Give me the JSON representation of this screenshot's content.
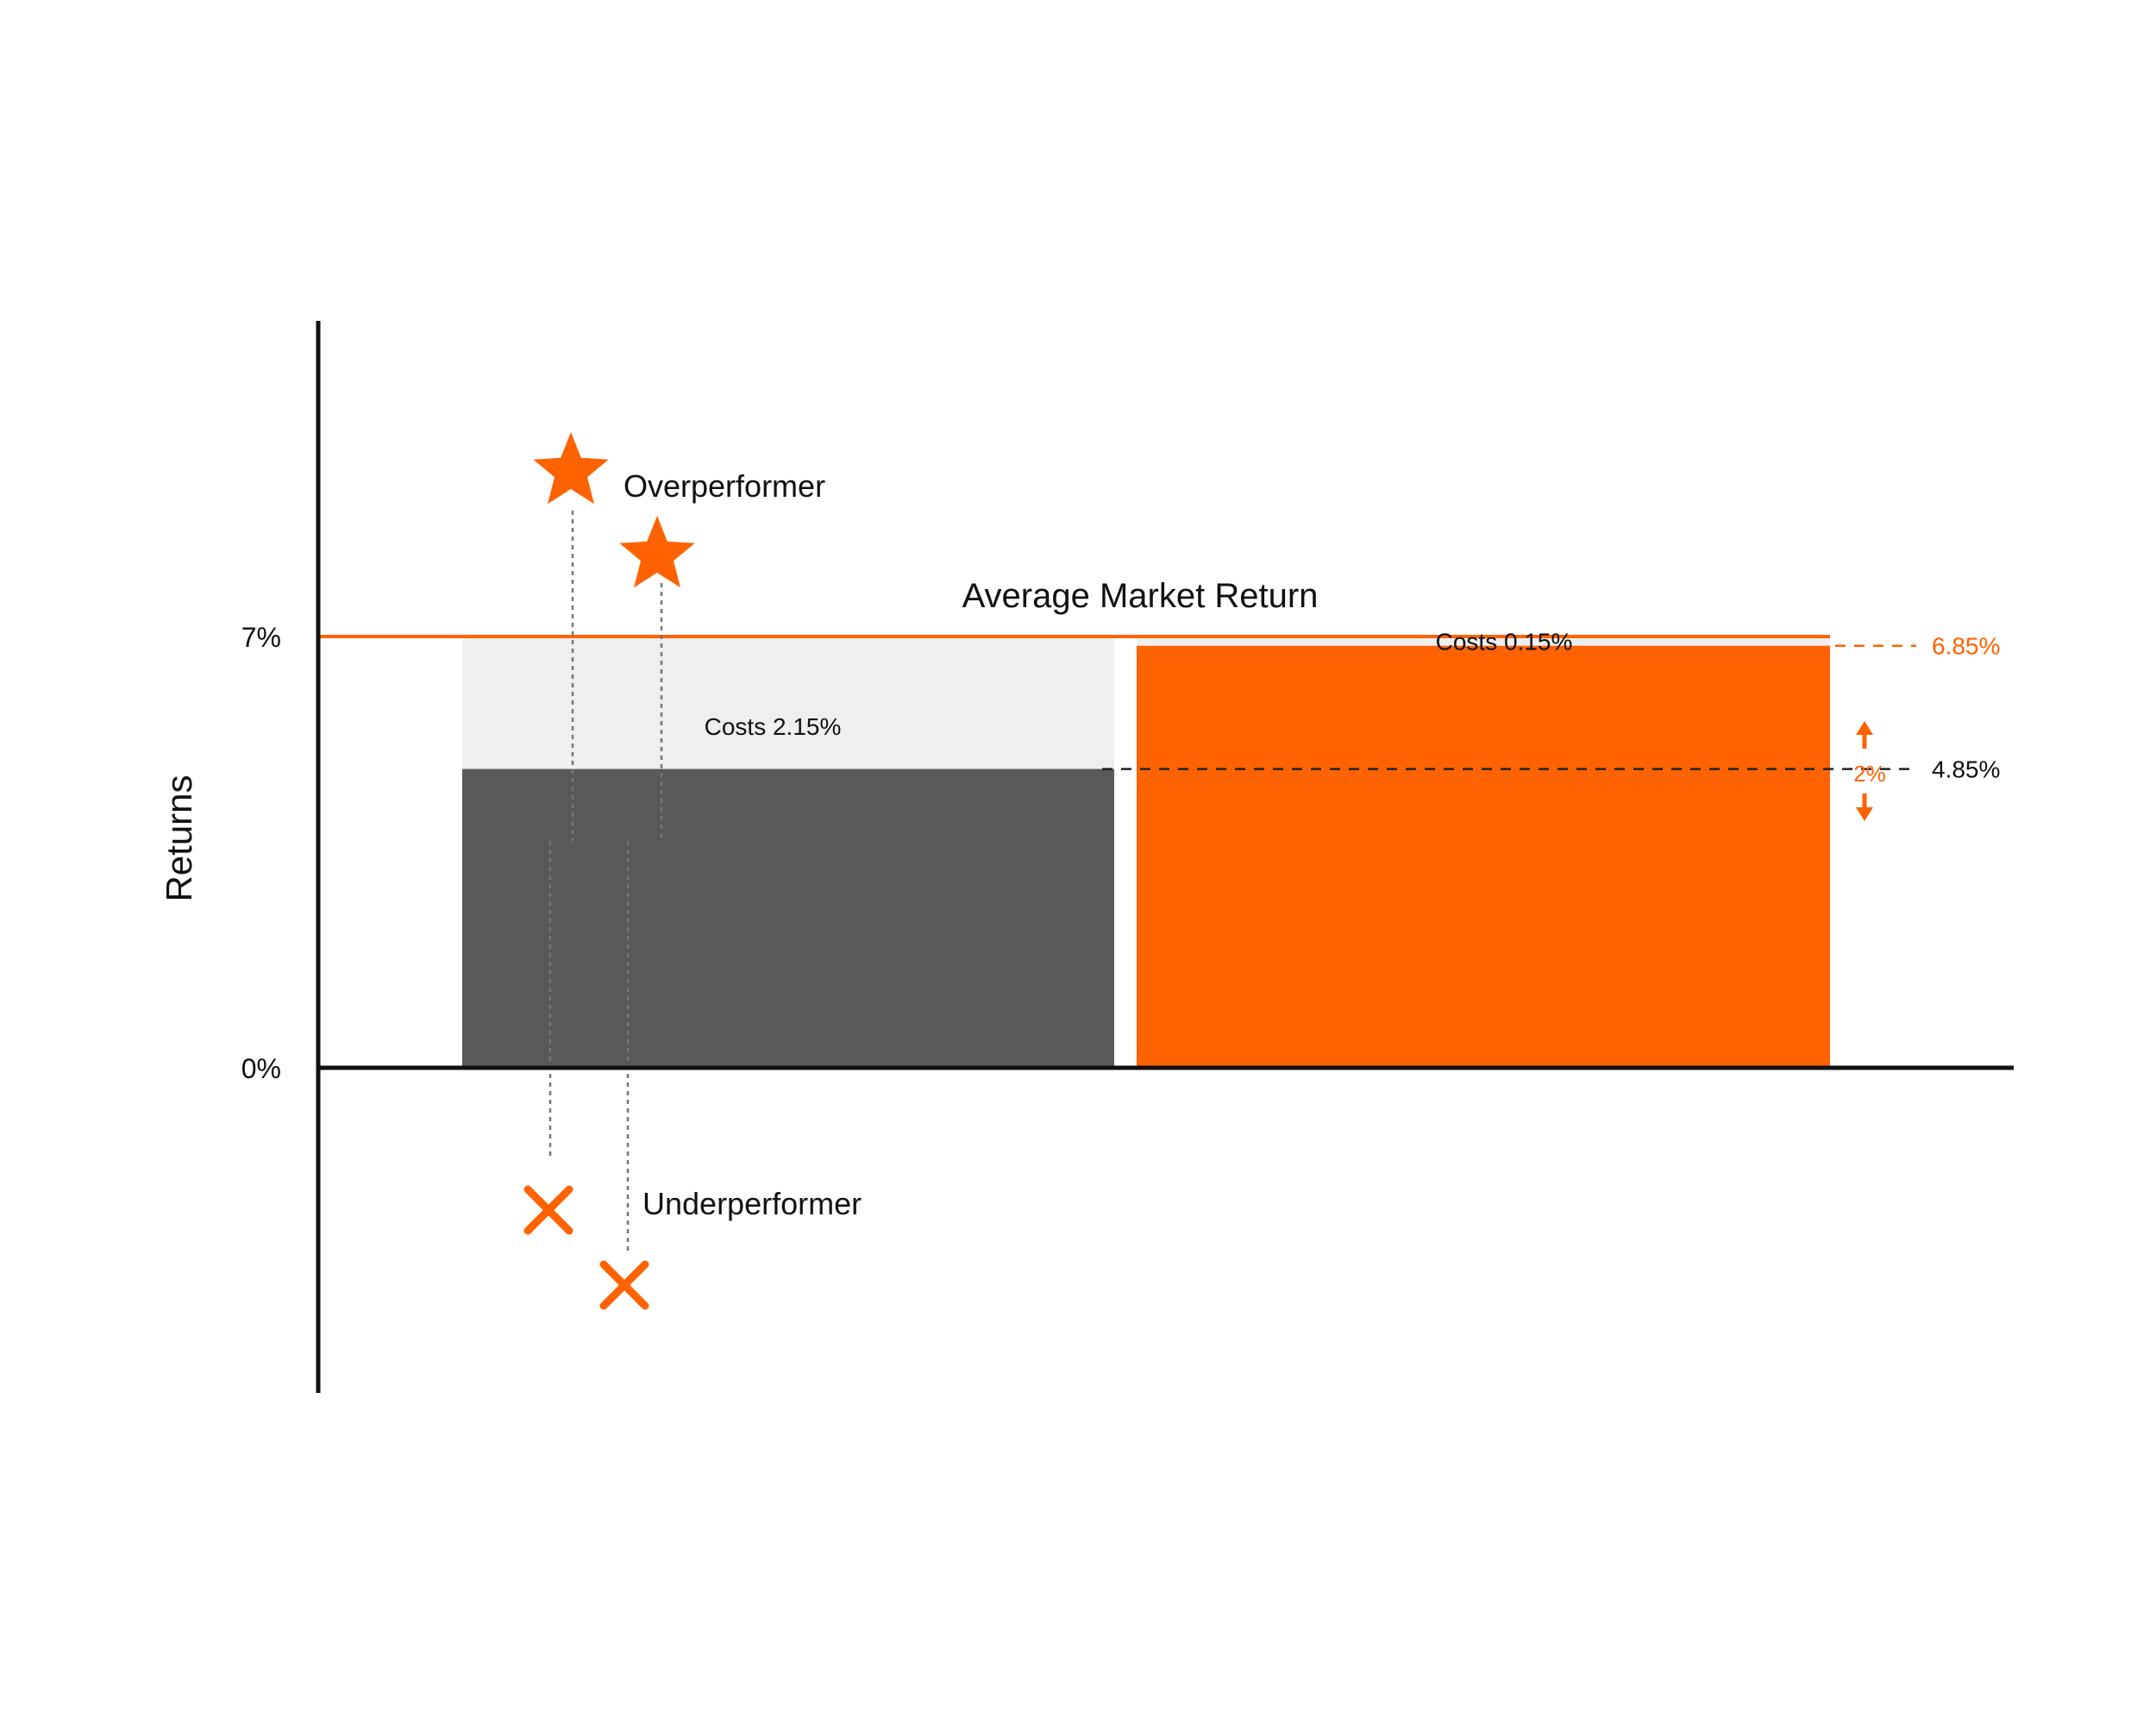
{
  "chart_data": {
    "type": "bar",
    "ylabel": "Returns",
    "ylim": [
      0,
      7
    ],
    "yticks": [
      {
        "value": 7,
        "label": "7%"
      },
      {
        "value": 0,
        "label": "0%"
      }
    ],
    "reference_line": {
      "value": 7,
      "label": "Average Market Return"
    },
    "bars": [
      {
        "net_return": 4.85,
        "cost": 2.15,
        "cost_label": "Costs 2.15%",
        "color": "#5a5958"
      },
      {
        "net_return": 6.85,
        "cost": 0.15,
        "cost_label": "Costs 0.15%",
        "color": "#ff6200"
      }
    ],
    "level_labels": [
      {
        "value": 6.85,
        "label": "6.85%",
        "color": "#ff6200"
      },
      {
        "value": 4.85,
        "label": "4.85%",
        "color": "#111111"
      }
    ],
    "difference": {
      "value": 2,
      "label": "2%"
    },
    "annotations": {
      "overperformer": "Overperformer",
      "underperformer": "Underperformer"
    },
    "colors": {
      "accent": "#ff6200",
      "cost_band": "#efefef",
      "axis": "#111111",
      "guide": "#777777"
    }
  }
}
